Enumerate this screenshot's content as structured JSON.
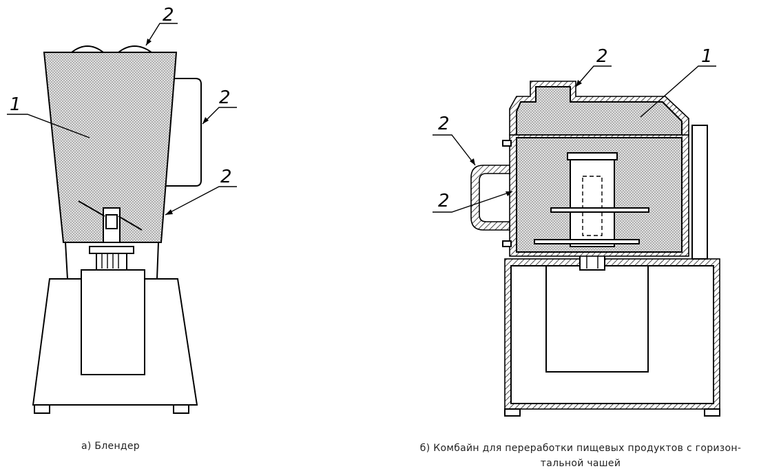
{
  "diagrams": {
    "blender": {
      "caption": "а)  Блендер",
      "callouts": [
        "2",
        "1",
        "2",
        "2"
      ]
    },
    "processor": {
      "caption_line1": "б)  Комбайн для переработки пищевых продуктов с горизон-",
      "caption_line2": "тальной чашей",
      "callouts": [
        "2",
        "1",
        "2",
        "2"
      ]
    }
  },
  "colors": {
    "line": "#000000",
    "fill_dots": "#9a9a9a",
    "background": "#ffffff"
  }
}
